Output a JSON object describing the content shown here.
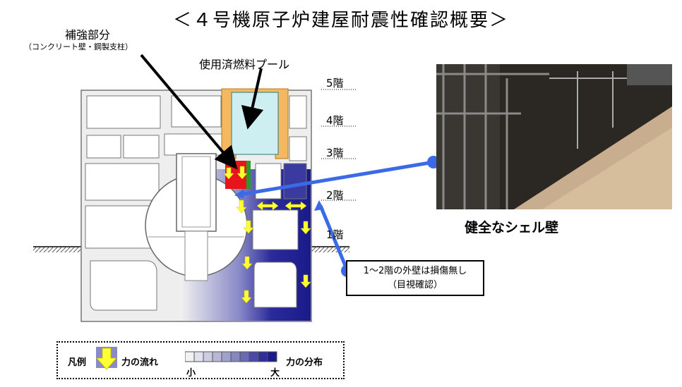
{
  "title": "＜４号機原子炉建屋耐震性確認概要＞",
  "labels": {
    "reinforcement": "補強部分",
    "reinforcement_detail": "（コンクリート壁・鋼製支柱）",
    "spent_fuel_pool": "使用済燃料プール"
  },
  "floors": [
    "5階",
    "4階",
    "3階",
    "2階",
    "1階"
  ],
  "photo_caption": "健全なシェル壁",
  "callout": {
    "line1": "1～2階の外壁は損傷無し",
    "line2": "（目視確認）"
  },
  "legend": {
    "heading": "凡例",
    "force_flow": "力の流れ",
    "force_distribution": "力の分布",
    "small": "小",
    "large": "大"
  },
  "colors": {
    "stress_high": "#1a1a8a",
    "stress_low": "#f2f2f2",
    "pool_water": "#cdeff2",
    "reinforcement": "#f4b860",
    "reinforcement_red": "#e8141b",
    "arrow_flow": "#ffff33",
    "callout_line": "#3a6ae8"
  }
}
